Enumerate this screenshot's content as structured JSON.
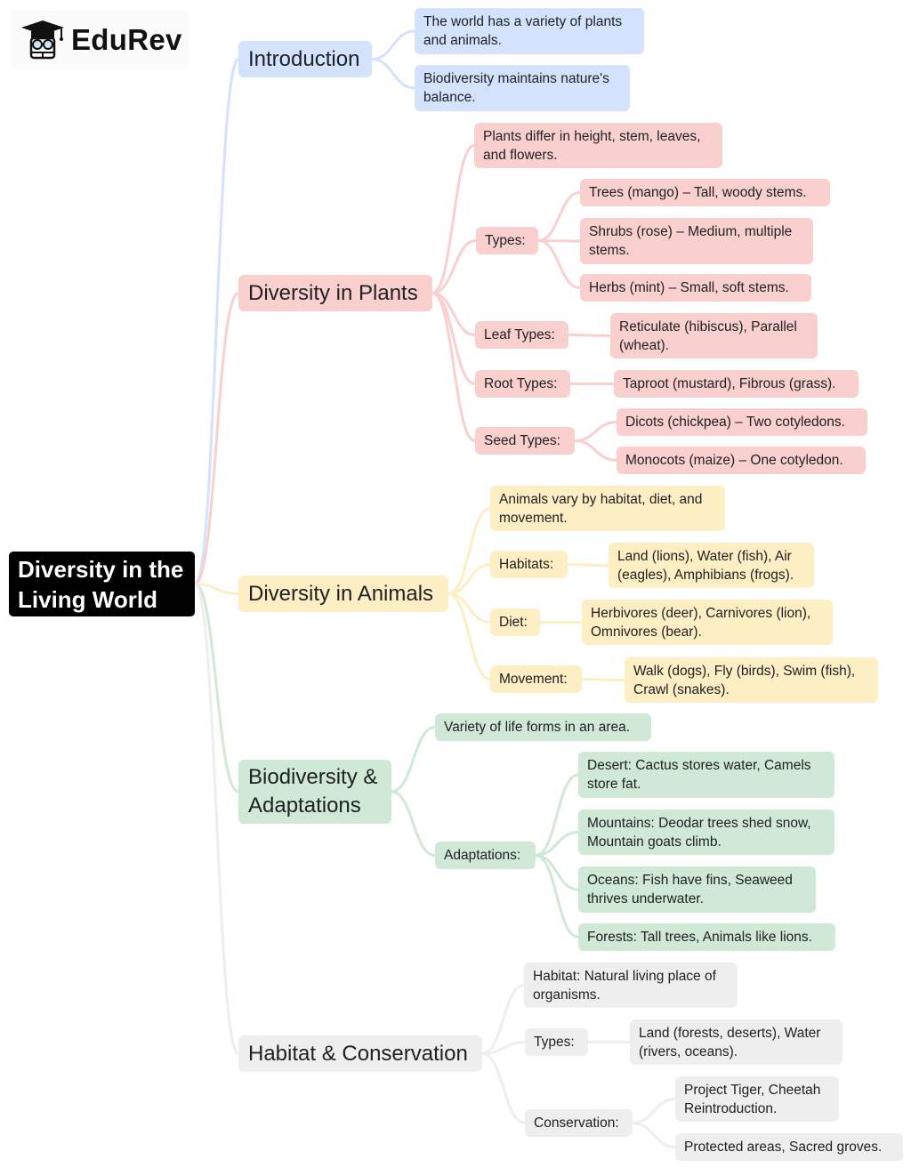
{
  "brand": {
    "name": "EduRev",
    "icon": "graduate-cap-icon"
  },
  "root": {
    "label_line1": "Diversity in the",
    "label_line2": "Living World"
  },
  "colors": {
    "root": "#000000",
    "introduction": "#d3e3fd",
    "plants": "#f9d0cd",
    "animals": "#fdefc3",
    "biodiversity": "#cfe9d6",
    "habitat": "#eeeeef"
  },
  "introduction": {
    "label": "Introduction",
    "items": [
      "The world has a variety of plants and animals.",
      "Biodiversity maintains nature's balance."
    ]
  },
  "plants": {
    "label": "Diversity in Plants",
    "summary": "Plants differ in height, stem, leaves, and flowers.",
    "types": {
      "label": "Types:",
      "items": [
        "Trees (mango) – Tall, woody stems.",
        "Shrubs (rose) – Medium, multiple stems.",
        "Herbs (mint) – Small, soft stems."
      ]
    },
    "leaf_types": {
      "label": "Leaf Types:",
      "items": [
        "Reticulate (hibiscus), Parallel (wheat)."
      ]
    },
    "root_types": {
      "label": "Root Types:",
      "items": [
        "Taproot (mustard), Fibrous (grass)."
      ]
    },
    "seed_types": {
      "label": "Seed Types:",
      "items": [
        "Dicots (chickpea) – Two cotyledons.",
        "Monocots (maize) – One cotyledon."
      ]
    }
  },
  "animals": {
    "label": "Diversity in Animals",
    "summary": "Animals vary by habitat, diet, and movement.",
    "habitats": {
      "label": "Habitats:",
      "items": [
        "Land (lions), Water (fish), Air (eagles), Amphibians (frogs)."
      ]
    },
    "diet": {
      "label": "Diet:",
      "items": [
        "Herbivores (deer), Carnivores (lion), Omnivores (bear)."
      ]
    },
    "movement": {
      "label": "Movement:",
      "items": [
        "Walk (dogs), Fly (birds), Swim (fish), Crawl (snakes)."
      ]
    }
  },
  "biodiversity": {
    "label_line1": "Biodiversity &",
    "label_line2": "Adaptations",
    "summary": "Variety of life forms in an area.",
    "adaptations": {
      "label": "Adaptations:",
      "items": [
        "Desert: Cactus stores water, Camels store fat.",
        "Mountains: Deodar trees shed snow, Mountain goats climb.",
        "Oceans: Fish have fins, Seaweed thrives underwater.",
        "Forests: Tall trees, Animals like lions."
      ]
    }
  },
  "habitat": {
    "label": "Habitat & Conservation",
    "summary": "Habitat: Natural living place of organisms.",
    "types": {
      "label": "Types:",
      "items": [
        "Land (forests, deserts), Water (rivers, oceans)."
      ]
    },
    "conservation": {
      "label": "Conservation:",
      "items": [
        "Project Tiger, Cheetah Reintroduction.",
        "Protected areas, Sacred groves."
      ]
    }
  }
}
